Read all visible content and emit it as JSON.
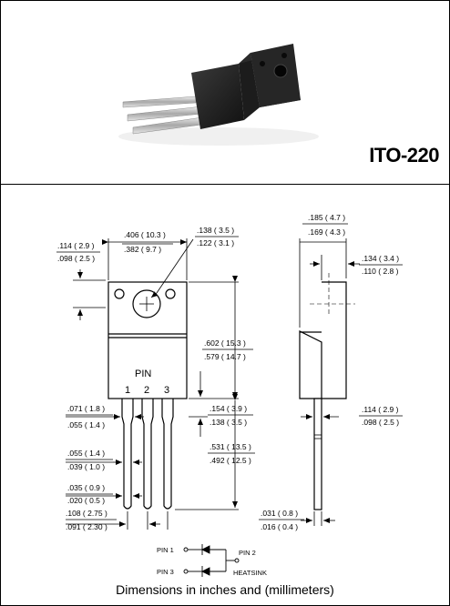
{
  "package_label": "ITO-220",
  "caption": "Dimensions in inches and (millimeters)",
  "front_view": {
    "dims": {
      "width_max": ".406 ( 10.3 )",
      "width_min": ".382 ( 9.7 )",
      "hole_max": ".138 ( 3.5 )",
      "hole_min": ".122 ( 3.1 )",
      "tab_top_max": ".114 ( 2.9 )",
      "tab_top_min": ".098 ( 2.5 )",
      "body_len_max": ".602 ( 15.3 )",
      "body_len_min": ".579 ( 14.7 )",
      "lead_shoulder_max": ".154 ( 3.9 )",
      "lead_shoulder_min": ".138 ( 3.5 )",
      "lead_len_max": ".531 ( 13.5 )",
      "lead_len_min": ".492 ( 12.5 )",
      "lead_upper_max": ".071 ( 1.8 )",
      "lead_upper_min": ".055 ( 1.4 )",
      "lead_mid_max": ".055 ( 1.4 )",
      "lead_mid_min": ".039 ( 1.0 )",
      "lead_w_max": ".035 ( 0.9 )",
      "lead_w_min": ".020 ( 0.5 )",
      "pitch_max": ".108 ( 2.75 )",
      "pitch_min": ".091 ( 2.30 )"
    },
    "pin_title": "PIN",
    "pin_numbers": [
      "1",
      "2",
      "3"
    ]
  },
  "side_view": {
    "dims": {
      "thick_max": ".185 ( 4.7 )",
      "thick_min": ".169 ( 4.3 )",
      "tab_thk_max": ".134 ( 3.4 )",
      "tab_thk_min": ".110 ( 2.8 )",
      "step_max": ".114 ( 2.9 )",
      "step_min": ".098 ( 2.5 )",
      "lead_thk_max": ".031 ( 0.8 )",
      "lead_thk_min": ".016 ( 0.4 )"
    }
  },
  "schematic": {
    "pin1": "PIN 1",
    "pin2": "PIN 2",
    "pin3": "PIN 3",
    "heatsink": "HEATSINK"
  }
}
